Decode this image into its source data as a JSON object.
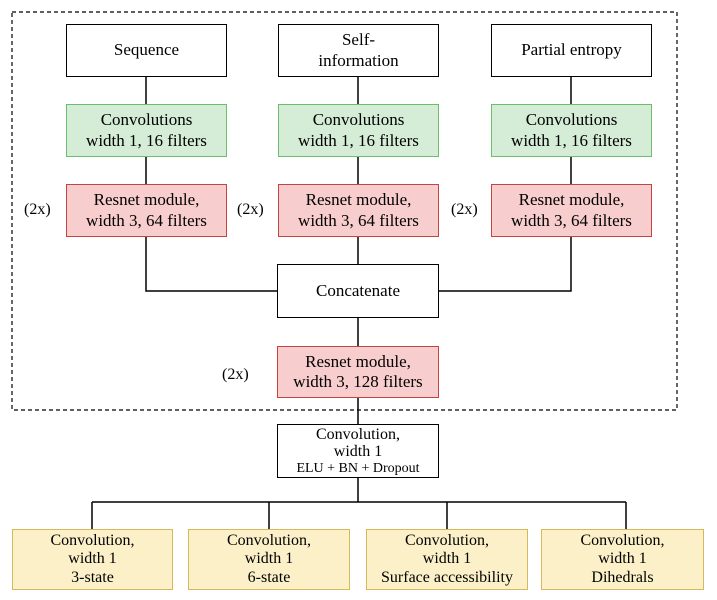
{
  "inputs": {
    "sequence": "Sequence",
    "self_info_1": "Self-",
    "self_info_2": "information",
    "partial_entropy": "Partial entropy"
  },
  "conv_boxes": {
    "line1": "Convolutions",
    "line2": "width 1, 16 filters"
  },
  "resnet64": {
    "line1": "Resnet module,",
    "line2": "width 3, 64 filters"
  },
  "repeat_label": "(2x)",
  "concatenate": "Concatenate",
  "resnet128": {
    "line1": "Resnet module,",
    "line2": "width 3, 128 filters"
  },
  "conv_main": {
    "line1": "Convolution,",
    "line2": "width 1",
    "line3": "ELU + BN + Dropout"
  },
  "outputs": [
    {
      "line1": "Convolution,",
      "line2": "width 1",
      "line3": "3-state"
    },
    {
      "line1": "Convolution,",
      "line2": "width 1",
      "line3": "6-state"
    },
    {
      "line1": "Convolution,",
      "line2": "width 1",
      "line3": "Surface accessibility"
    },
    {
      "line1": "Convolution,",
      "line2": "width 1",
      "line3": "Dihedrals"
    }
  ],
  "colors": {
    "green_fill": "#d5ecd7",
    "green_border": "#6cbf6a",
    "red_fill": "#f8cdcd",
    "red_border": "#c4453f",
    "yellow_fill": "#fbf0c7",
    "yellow_border": "#d8b858"
  }
}
